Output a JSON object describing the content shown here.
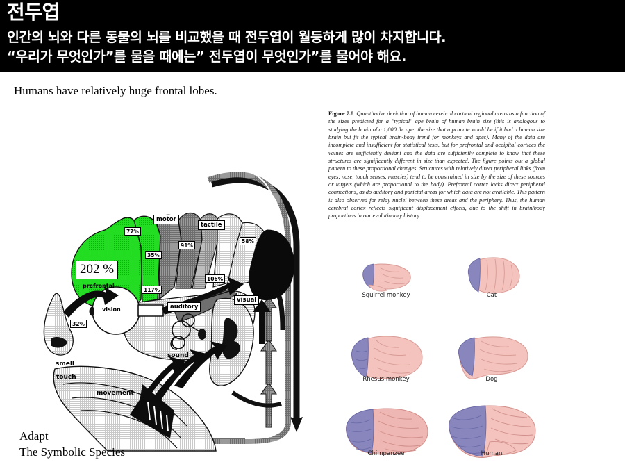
{
  "header": {
    "title": "전두엽",
    "line1": "인간의 뇌와 다른 동물의 뇌를 비교했을 때 전두엽이 월등하게 많이 차지합니다.",
    "line2": "“우리가 무엇인가”를 물을 때에는” 전두엽이 무엇인가”를 물어야 해요.",
    "background": "#000000",
    "text_color": "#ffffff"
  },
  "body": {
    "subtitle": "Humans have relatively huge frontal lobes."
  },
  "source": {
    "line1": "Adapt",
    "line2": "The Symbolic Species"
  },
  "brain_diagram": {
    "prefrontal_value": "202 %",
    "prefrontal_label": "prefrontal",
    "prefrontal_color": "#22dd22",
    "region_labels": [
      {
        "name": "motor",
        "label": "motor"
      },
      {
        "name": "tactile",
        "label": "tactile"
      },
      {
        "name": "auditory",
        "label": "auditory"
      },
      {
        "name": "visual",
        "label": "visual"
      }
    ],
    "percentages": [
      {
        "name": "premotor",
        "value": "77%"
      },
      {
        "name": "motor",
        "value": "35%"
      },
      {
        "name": "tactile",
        "value": "91%"
      },
      {
        "name": "visual",
        "value": "58%"
      },
      {
        "name": "parietal",
        "value": "106%"
      },
      {
        "name": "auditory",
        "value": "117%"
      },
      {
        "name": "olfactory",
        "value": "32%"
      }
    ],
    "sense_labels": [
      {
        "name": "smell",
        "label": "smell"
      },
      {
        "name": "vision",
        "label": "vision"
      },
      {
        "name": "sound",
        "label": "sound"
      },
      {
        "name": "touch",
        "label": "touch"
      },
      {
        "name": "movement",
        "label": "movement"
      }
    ]
  },
  "figure": {
    "number": "Figure 7.8",
    "caption": "Quantitative deviation of human cerebral cortical regional areas as a function of the sizes predicted for a \"typical\" ape brain of human brain size (this is analogous to studying the brain of a 1,000 lb. ape: the size that a primate would be if it had a human size brain but fit the typical brain-body trend for monkeys and apes). Many of the data are incomplete and insufficient for statistical tests, but for prefrontal and occipital cortices the values are sufficiently deviant and the data are sufficiently complete to know that these structures are significantly different in size than expected. The figure points out a global pattern to these proportional changes. Structures with relatively direct peripheral links (from eyes, nose, touch senses, muscles) tend to be constrained in size by the size of these sources or targets (which are proportional to the body). Prefrontal cortex lacks direct peripheral connections, as do auditory and parietal areas for which data are not available. This pattern is also observed for relay nuclei between these areas and the periphery. Thus, the human cerebral cortex reflects significant displacement effects, due to the shift in brain/body proportions in our evolutionary history.",
    "frontal_lobe_color": "#7d7bb5",
    "cortex_color": "#f2c0bc",
    "species": [
      {
        "name": "squirrel-monkey",
        "label": "Squirrel monkey",
        "frontal_fraction": 0.16
      },
      {
        "name": "cat",
        "label": "Cat",
        "frontal_fraction": 0.14
      },
      {
        "name": "rhesus-monkey",
        "label": "Rhesus monkey",
        "frontal_fraction": 0.22
      },
      {
        "name": "dog",
        "label": "Dog",
        "frontal_fraction": 0.22
      },
      {
        "name": "chimpanzee",
        "label": "Chimpanzee",
        "frontal_fraction": 0.36
      },
      {
        "name": "human",
        "label": "Human",
        "frontal_fraction": 0.45
      }
    ]
  }
}
